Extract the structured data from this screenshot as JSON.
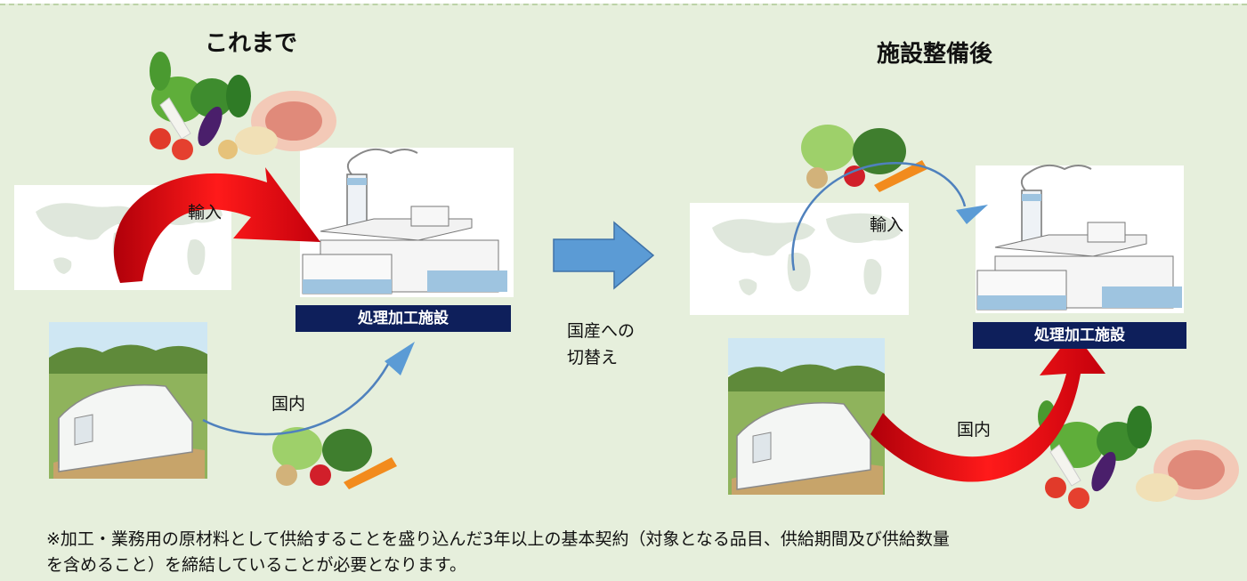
{
  "left": {
    "title": "これまで",
    "import_label": "輸入",
    "domestic_label": "国内",
    "facility_label": "処理加工施設"
  },
  "middle": {
    "switch_line1": "国産への",
    "switch_line2": "切替え"
  },
  "right": {
    "title": "施設整備後",
    "import_label": "輸入",
    "domestic_label": "国内",
    "facility_label": "処理加工施設"
  },
  "footnote": {
    "line1": "※加工・業務用の原材料として供給することを盛り込んだ3年以上の基本契約（対象となる品目、供給期間及び供給数量",
    "line2": "を含めること）を締結していることが必要となります。"
  },
  "colors": {
    "background": "#e6efdc",
    "facility_box": "#0e1f5b",
    "thick_arrow": "#e30613",
    "thin_arrow": "#4f81bd",
    "switch_arrow": "#5b9bd5"
  }
}
